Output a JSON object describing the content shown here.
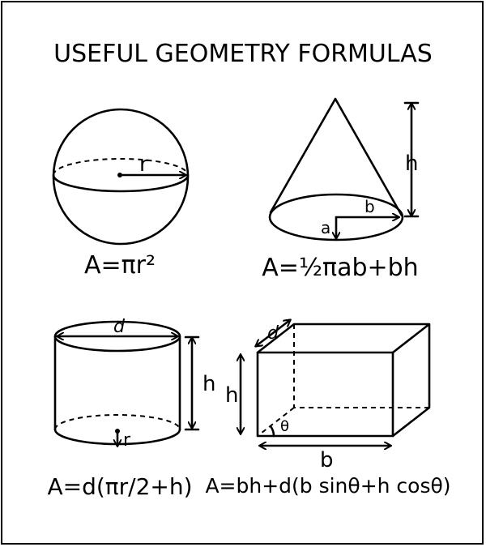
{
  "title": "USEFUL GEOMETRY FORMULAS",
  "sphere": {
    "label_r": "r",
    "formula": "A=πr²"
  },
  "cone": {
    "label_h": "h",
    "label_a": "a",
    "label_b": "b",
    "formula": "A=½πab+bh"
  },
  "cylinder": {
    "label_d": "d",
    "label_h": "h",
    "label_r": "r",
    "formula": "A=d(πr/2+h)"
  },
  "box": {
    "label_d": "d",
    "label_h": "h",
    "label_b": "b",
    "label_theta": "θ",
    "formula": "A=bh+d(b sinθ+h cosθ)"
  }
}
